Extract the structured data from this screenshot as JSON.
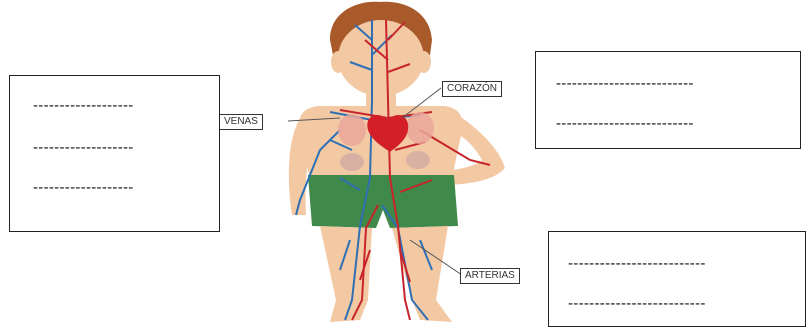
{
  "labels": {
    "venas": "VENAS",
    "corazon": "CORAZÓN",
    "arterias": "ARTERIAS"
  },
  "answer_boxes": {
    "left": [
      "-------------------",
      "-------------------",
      "-------------------"
    ],
    "top_right": [
      "--------------------------",
      "--------------------------"
    ],
    "bottom_right": [
      "--------------------------",
      "--------------------------"
    ]
  },
  "colors": {
    "artery": "#c8242b",
    "vein": "#2f6fb3",
    "skin": "#f3c9a4",
    "hair": "#a85a2a",
    "shorts": "#3f8a4a"
  }
}
